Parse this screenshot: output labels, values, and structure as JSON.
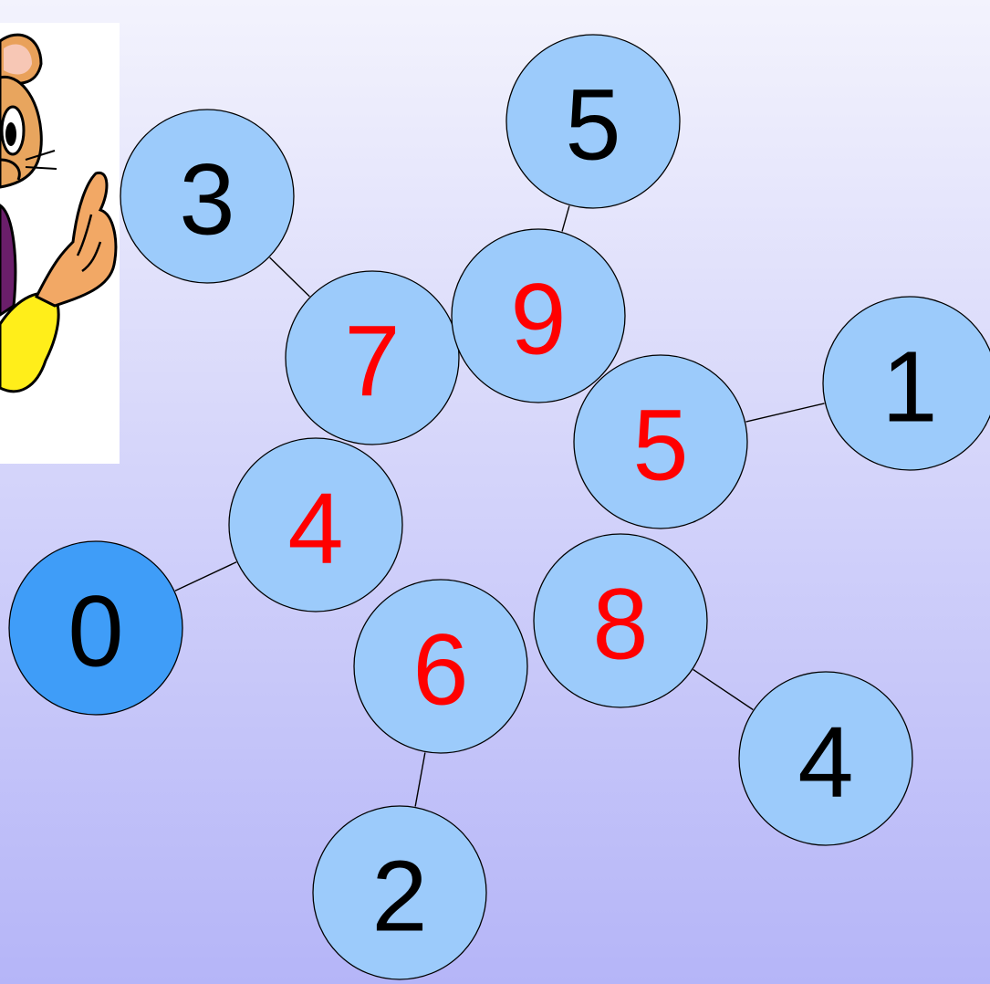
{
  "colors": {
    "node_fill": "#9ccbfb",
    "node_fill_start": "#3f9df8",
    "inner_digit": "#ff0000",
    "outer_digit": "#000000",
    "edge": "#000000"
  },
  "mascot": {
    "icon": "cartoon-cat-pointing"
  },
  "inner_nodes": [
    {
      "id": "inner-7",
      "label": "7"
    },
    {
      "id": "inner-9",
      "label": "9"
    },
    {
      "id": "inner-5",
      "label": "5"
    },
    {
      "id": "inner-4",
      "label": "4"
    },
    {
      "id": "inner-6",
      "label": "6"
    },
    {
      "id": "inner-8",
      "label": "8"
    }
  ],
  "outer_nodes": [
    {
      "id": "outer-3",
      "label": "3",
      "connects_to": "inner-7"
    },
    {
      "id": "outer-5",
      "label": "5",
      "connects_to": "inner-9"
    },
    {
      "id": "outer-1",
      "label": "1",
      "connects_to": "inner-5"
    },
    {
      "id": "outer-0",
      "label": "0",
      "connects_to": "inner-4",
      "highlighted": true
    },
    {
      "id": "outer-2",
      "label": "2",
      "connects_to": "inner-6"
    },
    {
      "id": "outer-4",
      "label": "4",
      "connects_to": "inner-8"
    }
  ]
}
